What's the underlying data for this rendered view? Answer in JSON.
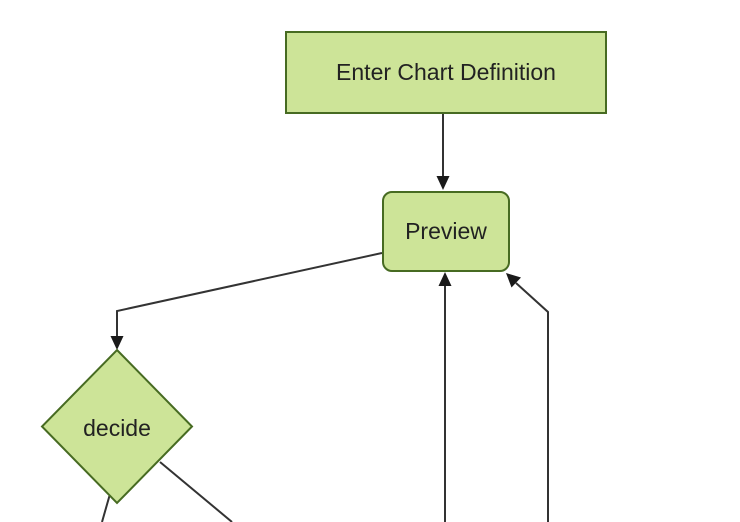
{
  "diagram": {
    "type": "flowchart",
    "direction": "top-down",
    "background": "#ffffff",
    "colors": {
      "node_fill": "#cde498",
      "node_border": "#476b22",
      "edge_line": "#333333",
      "arrowhead": "#1a1a1a",
      "label_text": "#222222"
    },
    "nodes": [
      {
        "id": "A",
        "label": "Enter Chart Definition",
        "shape": "rectangle"
      },
      {
        "id": "B",
        "label": "Preview",
        "shape": "rounded-rectangle"
      },
      {
        "id": "C",
        "label": "decide",
        "shape": "diamond"
      }
    ],
    "edges": [
      {
        "name": "enter-to-preview",
        "from": "Enter Chart Definition",
        "to": "Preview",
        "arrowhead": true
      },
      {
        "name": "preview-to-decide",
        "from": "Preview",
        "to": "decide",
        "arrowhead": true
      },
      {
        "name": "decide-to-offscreen-bottom-left",
        "from": "decide",
        "to": "offscreen-bottom",
        "arrowhead": false
      },
      {
        "name": "decide-to-offscreen-bottom-right",
        "from": "decide",
        "to": "offscreen-bottom",
        "arrowhead": false
      },
      {
        "name": "offscreen-bottom-to-preview",
        "from": "offscreen-bottom",
        "to": "Preview",
        "arrowhead": true
      },
      {
        "name": "offscreen-bottom-right-to-preview",
        "from": "offscreen-bottom",
        "to": "Preview",
        "arrowhead": true
      }
    ]
  }
}
